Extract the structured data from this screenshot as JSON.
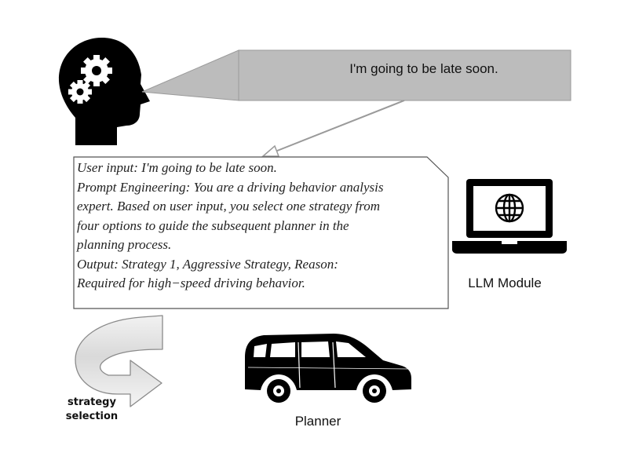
{
  "speech_bubble": {
    "text": "I'm going to be late soon."
  },
  "prompt_box": {
    "lines": [
      "User input: I'm going to be late soon.",
      "Prompt Engineering: You are a driving behavior analysis",
      "expert. Based on user input, you select one strategy from",
      "four options to guide the subsequent planner in the",
      "planning process.",
      "Output: Strategy 1, Aggressive Strategy, Reason:",
      "Required for high−speed driving behavior."
    ]
  },
  "llm_module": {
    "label": "LLM Module",
    "icon": "globe-icon"
  },
  "planner": {
    "label": "Planner",
    "icon": "minivan-icon"
  },
  "strategy_selection": {
    "line1": "strategy",
    "line2": "selection"
  },
  "user": {
    "icon": "head-with-gears-icon"
  },
  "colors": {
    "speech_fill": "#bcbcbc",
    "icon_fill": "#000000",
    "arrow_stroke": "#9a9a9a",
    "curved_arrow_fill": "#e8e8e8"
  }
}
